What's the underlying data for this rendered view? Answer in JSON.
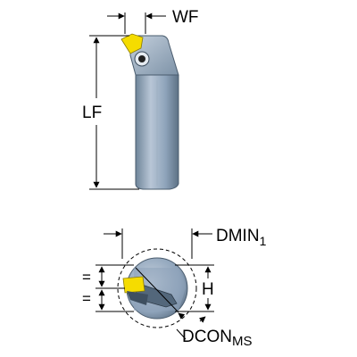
{
  "labels": {
    "wf": "WF",
    "lf": "LF",
    "dmin": "DMIN",
    "dmin_sub": "1",
    "h": "H",
    "dcon": "DCON",
    "dcon_sub": "MS",
    "eq_top": "=",
    "eq_bottom": "="
  },
  "colors": {
    "body_light": "#b8c6d6",
    "body_mid": "#8ea3ba",
    "body_dark": "#6e8499",
    "body_shadow": "#53677b",
    "insert": "#f5dc00",
    "line": "#000000"
  }
}
